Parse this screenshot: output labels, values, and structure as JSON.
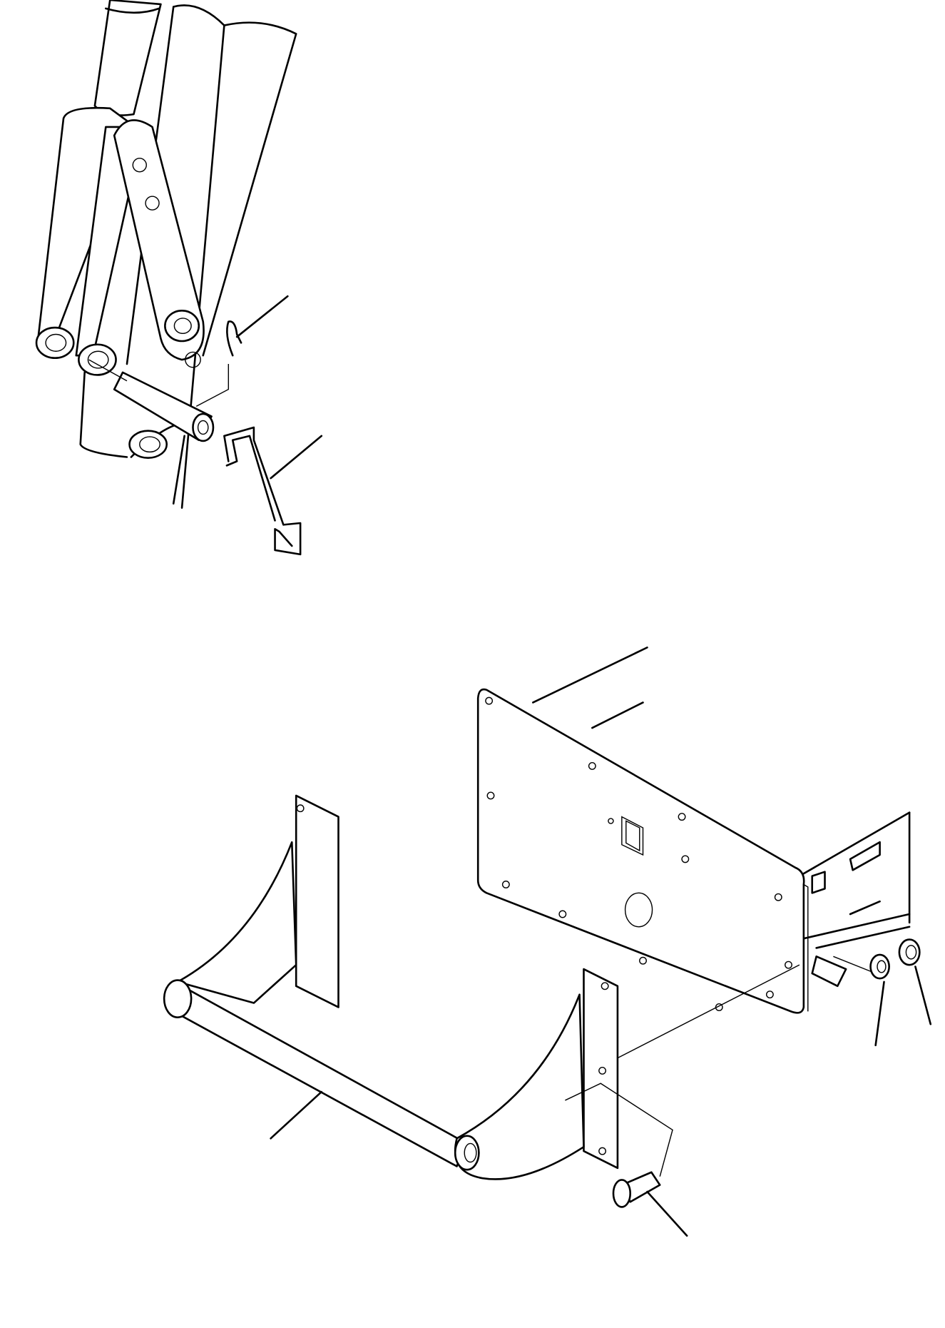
{
  "diagram": {
    "type": "exploded parts illustration",
    "colors": {
      "line": "#000000",
      "background": "#ffffff"
    },
    "parts": [
      "boom-linkage",
      "pin",
      "snap-pin",
      "lock-bracket",
      "mounting-plate",
      "support-stand",
      "bolt",
      "washer",
      "nut"
    ]
  }
}
